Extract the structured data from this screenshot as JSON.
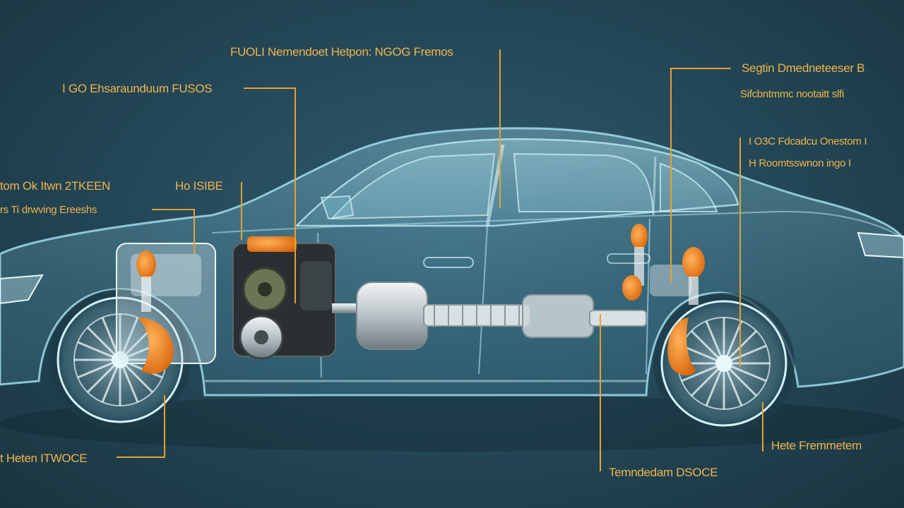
{
  "theme": {
    "background": "#234656",
    "car_body": "#8fd3e6",
    "accent": "#f08a1c",
    "label": "#f0b44a",
    "leader_line": "#e8a030"
  },
  "labels": {
    "top_center": "FUOLI Nemendoet Hetpon: NGOG Fremos",
    "top_left": "I GO Ehsaraunduum FUSOS",
    "top_right_line1": "Segtin Dmedneteeser B",
    "top_right_line2": "Sifcbntmmc nootaitt slfi",
    "mid_right_line1": "I O3C Fdcadcu Onestom I",
    "mid_right_line2": "H Roomtsswnon ingo I",
    "left_line1": "tom Ok Itwn 2TKEEN",
    "left_line2": "rs Ti drwving Ereeshs",
    "engine_tag": "Ho ISIBE",
    "bottom_left": "t Heten ITWOCE",
    "bottom_center": "Temndedam DSOCE",
    "bottom_right": "Hete Fremmetem"
  },
  "icons": {
    "engine": "engine-block-icon",
    "drive_shaft": "drive-shaft-icon",
    "suspension": "coil-spring-icon",
    "brake": "brake-caliper-icon"
  }
}
